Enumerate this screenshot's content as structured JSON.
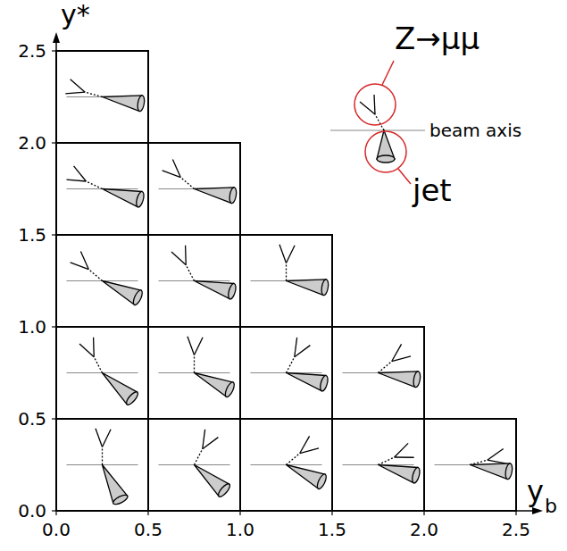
{
  "diagram": {
    "labels": [
      "y*",
      "2.5",
      "2.0",
      "1.5",
      "1.0",
      "0.5",
      "0.0",
      "0.0",
      "0.5",
      "1.0",
      "1.5",
      "2.0",
      "2.5",
      "y",
      "b",
      "Z→μμ",
      "beam axis",
      "jet"
    ]
  }
}
